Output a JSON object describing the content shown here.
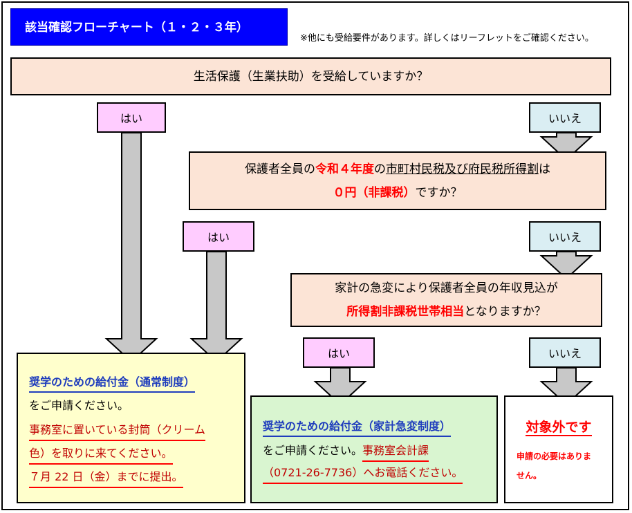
{
  "title": "該当確認フローチャート（１・２・３年）",
  "note": "※他にも受給要件があります。詳しくはリーフレットをご確認ください。",
  "q1": {
    "text": "生活保護（生業扶助）を受給していますか？"
  },
  "q2": {
    "pre": "保護者全員の",
    "red1": "令和４年度",
    "mid": "の",
    "underlined": "市町村民税及び府民税所得割",
    "post": "は",
    "red2": "０円（非課税）",
    "end": "ですか？"
  },
  "q3": {
    "line1": "家計の急変により保護者全員の年収見込が",
    "red": "所得割非課税世帯相当",
    "end": "となりますか？"
  },
  "labels": {
    "yes": "はい",
    "no": "いいえ"
  },
  "result1": {
    "heading": "奨学のための給付金（通常制度）",
    "line1": "をご申請ください。",
    "line2": "事務室に置いている封筒（クリーム",
    "line3": "色）を取りに来てください。",
    "line4": "７月 22 日（金）までに提出。"
  },
  "result2": {
    "heading": "奨学のための給付金（家計急変制度）",
    "line1a": "をご申請ください。",
    "line1b": "事務室会計課",
    "line2": "（0721-26-7736）へお電話ください。"
  },
  "result3": {
    "heading": "対象外です",
    "line1": "申請の必要はありま",
    "line2": "せん。"
  },
  "colors": {
    "title_bg": "#0000ff",
    "question_bg": "#fce4d6",
    "yes_bg": "#ffccff",
    "no_bg": "#daeef3",
    "result1_bg": "#ffffcc",
    "result2_bg": "#d9f5d0",
    "arrow": "#c8c8c8"
  }
}
